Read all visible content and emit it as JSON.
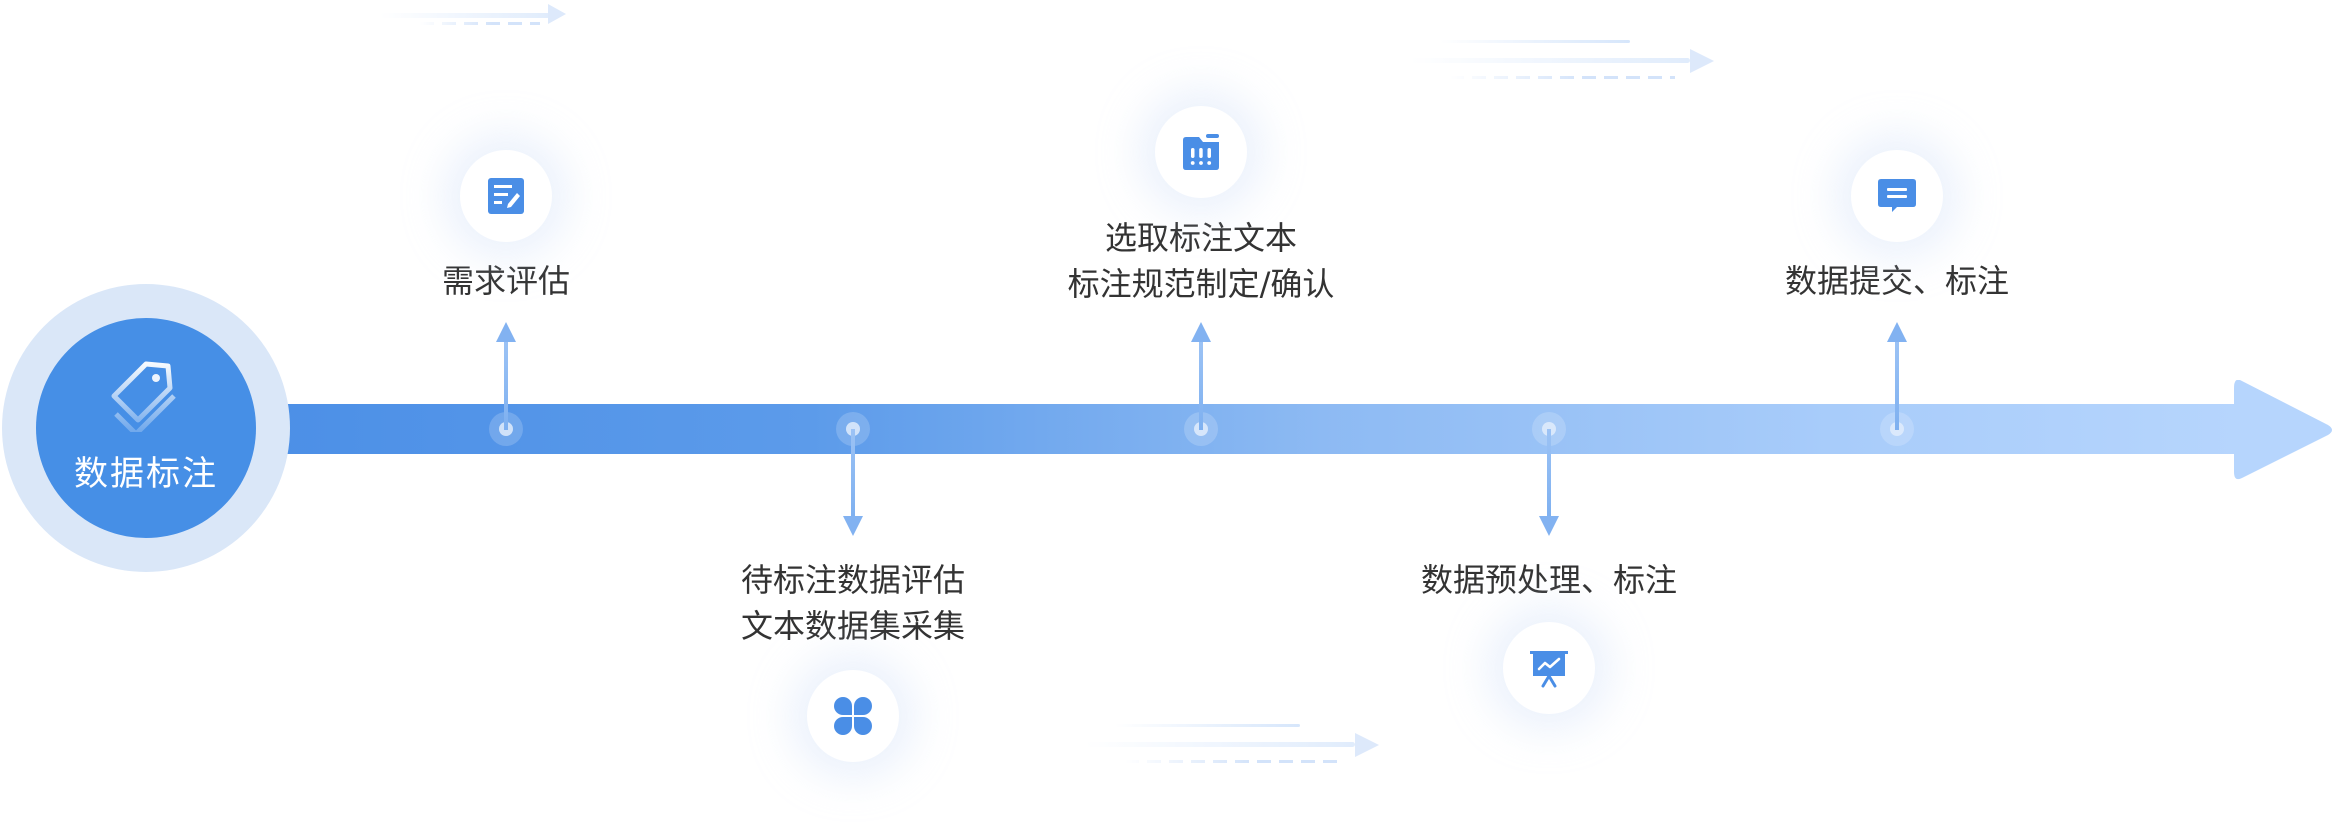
{
  "diagram": {
    "type": "timeline",
    "hub": {
      "label": "数据标注",
      "icon": "tag-icon"
    },
    "colors": {
      "primary": "#468fe6",
      "hub_ring": "#dae7f8",
      "bar_start": "#4a8ee6",
      "bar_end": "#b6d5fd",
      "icon": "#4a8ee6",
      "text": "#333333"
    },
    "steps": [
      {
        "id": "step-1",
        "direction": "up",
        "icon": "document-edit-icon",
        "lines": [
          "需求评估"
        ]
      },
      {
        "id": "step-2",
        "direction": "down",
        "icon": "clover-icon",
        "lines": [
          "待标注数据评估",
          "文本数据集采集"
        ]
      },
      {
        "id": "step-3",
        "direction": "up",
        "icon": "folder-chart-icon",
        "lines": [
          "选取标注文本",
          "标注规范制定/确认"
        ]
      },
      {
        "id": "step-4",
        "direction": "down",
        "icon": "presentation-chart-icon",
        "lines": [
          "数据预处理、标注"
        ]
      },
      {
        "id": "step-5",
        "direction": "up",
        "icon": "chat-message-icon",
        "lines": [
          "数据提交、标注"
        ]
      }
    ]
  }
}
